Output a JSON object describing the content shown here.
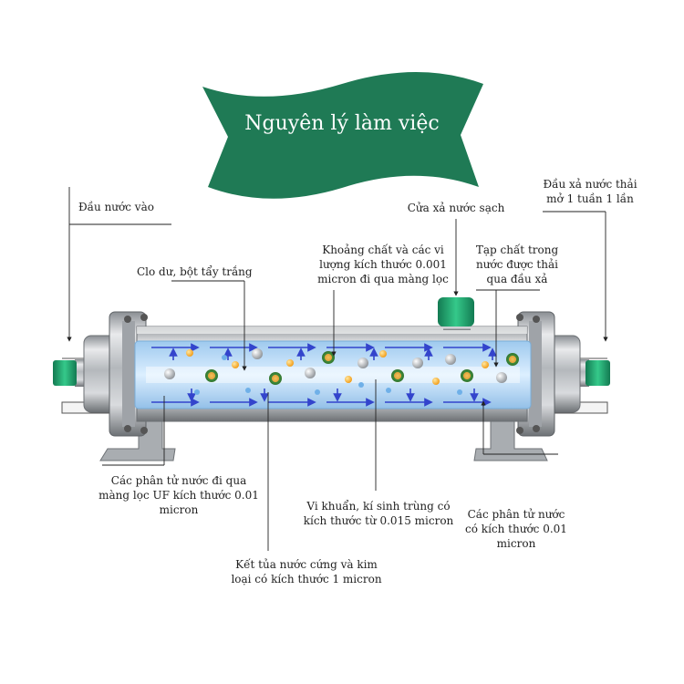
{
  "title": "Nguyên lý làm việc",
  "labels": {
    "water_inlet": "Đầu nước vào",
    "drain_outlet": "Đầu xả nước thải\nmở 1 tuần 1 lần",
    "clean_outlet": "Cửa xả nước sạch",
    "chlorine": "Clo dư, bột tẩy trắng",
    "minerals": "Khoảng chất và các vi\nlượng kích thước 0.001\nmicron đi qua màng lọc",
    "impurities": "Tạp chất trong\nnước được thải\nqua đầu xả",
    "water_molecules_uf": "Các phân tử nước đi qua\nmàng lọc UF kích thước 0.01\nmicron",
    "bacteria": "Vi khuẩn, kí sinh trùng có\nkích thước từ 0.015 micron",
    "water_molecules": "Các phân tử nước\ncó kích thước 0.01\nmicron",
    "sediment": "Kết tủa nước cứng và kim\nloại có kích thước 1 micron"
  },
  "colors": {
    "banner": "#1f7a55",
    "cap": "#1e9e6a",
    "arrow": "#3344cc",
    "core": "#bcdcf5",
    "steel": "#b9bcc0"
  }
}
